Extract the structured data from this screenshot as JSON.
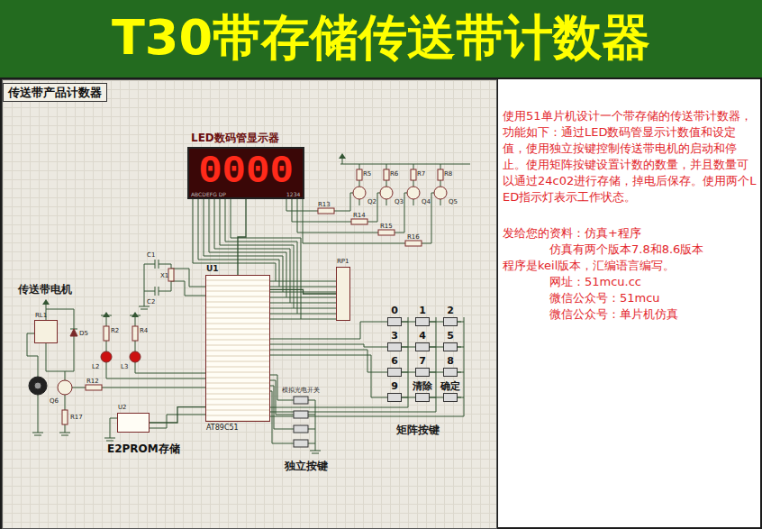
{
  "diagram": {
    "title": "T30带存储传送带计数器",
    "nodes": [
      {
        "text": [
          "传送带产品计数器"
        ]
      },
      {
        "text": [
          "LED数码管显示器",
          "0000"
        ]
      },
      {
        "text": [
          "U1",
          "AT89C51"
        ]
      },
      {
        "text": [
          "RP1"
        ]
      },
      {
        "text": [
          "0"
        ]
      },
      {
        "text": [
          "1"
        ]
      },
      {
        "text": [
          "2"
        ]
      },
      {
        "text": [
          "3"
        ]
      },
      {
        "text": [
          "4"
        ]
      },
      {
        "text": [
          "5"
        ]
      },
      {
        "text": [
          "6"
        ]
      },
      {
        "text": [
          "7"
        ]
      },
      {
        "text": [
          "8"
        ]
      },
      {
        "text": [
          "9"
        ]
      },
      {
        "text": [
          "清除"
        ]
      },
      {
        "text": [
          "确定"
        ]
      },
      {
        "text": [
          "U2",
          "E2PROM存储"
        ]
      },
      {
        "text": [
          "RL1"
        ]
      }
    ],
    "edges": [
      {
        "from": 1,
        "to": 2,
        "arrow": "none"
      },
      {
        "from": 2,
        "to": 3,
        "arrow": "none"
      },
      {
        "from": 16,
        "to": 2,
        "arrow": "none"
      }
    ],
    "labels": [
      "传送带电机",
      "矩阵按键",
      "独立按键",
      "模拟光电开关",
      "ABCDEFG DP",
      "1234",
      "R5",
      "R6",
      "R7",
      "R8",
      "Q2",
      "Q3",
      "Q4",
      "Q5",
      "R13",
      "R14",
      "R15",
      "R16",
      "C1",
      "C2",
      "X1",
      "R2",
      "R4",
      "L2",
      "L3",
      "D5",
      "Q6",
      "R12",
      "R17",
      "使用51单片机设计一个带存储的传送带计数器，功能如下：通过LED数码管显示计数值和设定值，使用独立按键控制传送带电机的启动和停止。使用矩阵按键设置计数的数量，并且数量可以通过24c02进行存储，掉电后保存。使用两个LED指示灯表示工作状态。",
      "发给您的资料：仿真+程序",
      "仿真有两个版本7.8和8.6版本",
      "程序是keil版本，汇编语言编写。",
      "网址：51mcu.cc",
      "微信公众号：51mcu",
      "微信公众号：单片机仿真"
    ]
  }
}
